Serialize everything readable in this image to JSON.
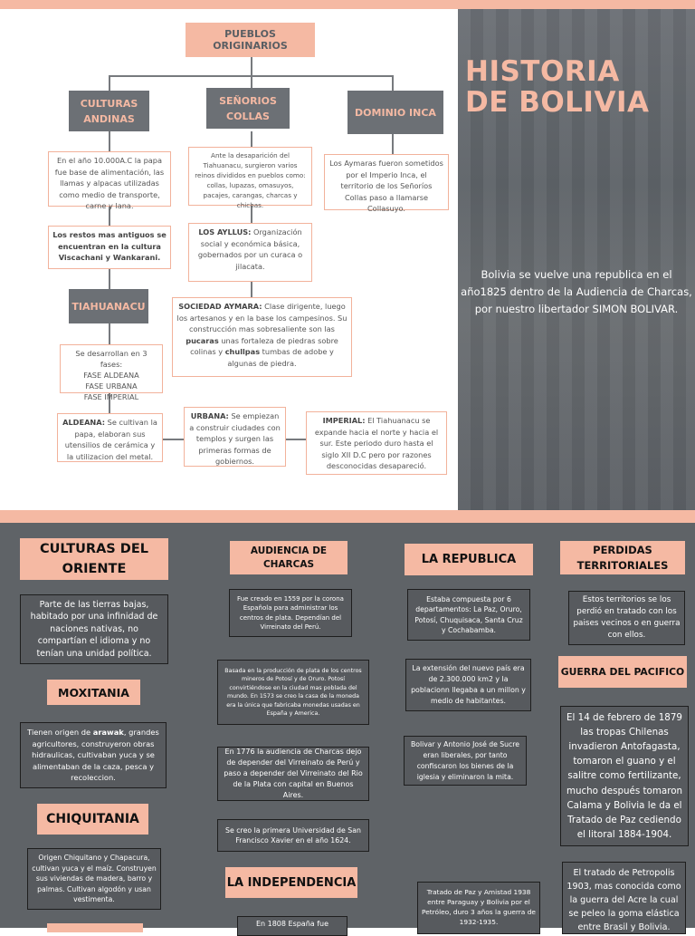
{
  "title": {
    "line1": "HISTORIA",
    "line2": "DE BOLIVIA"
  },
  "republic_text": "Bolivia se vuelve una republica en el año1825 dentro de la Audiencia de Charcas, por nuestro libertador SIMON BOLIVAR.",
  "upper": {
    "root": "PUEBLOS ORIGINARIOS",
    "culturas_andinas": {
      "heading": "CULTURAS ANDINAS",
      "text1": "En el año 10.000A.C la papa fue base de alimentación, las llamas y alpacas utilizadas como medio de transporte, carne y lana.",
      "text2": "Los restos mas antiguos se encuentran en la cultura Viscachani y  Wankarani."
    },
    "senorios": {
      "heading": "SEÑORIOS COLLAS",
      "text1": "Ante la desaparición del Tiahuanacu, surgieron varios reinos divididos en pueblos como: collas, lupazas, omasuyos, pacajes, carangas, charcas y chichas.",
      "ayllus_label": "LOS AYLLUS:",
      "ayllus_text": " Organización social y económica básica, gobernados por un curaca o jilacata.",
      "aymara_label": "SOCIEDAD AYMARA:",
      "aymara_text1": " Clase dirigente, luego los artesanos y en la base los campesinos. Su construcción mas sobresaliente son las ",
      "pucaras": "pucaras",
      "aymara_text2": " unas fortaleza de piedras sobre colinas y ",
      "chullpas": "chullpas",
      "aymara_text3": " tumbas de adobe y algunas de piedra."
    },
    "dominio": {
      "heading": "DOMINIO INCA",
      "text": "Los Aymaras fueron sometidos por el Imperio Inca, el territorio de los Señoríos Collas paso a llamarse Collasuyo."
    },
    "tiahuanacu": {
      "heading": "TIAHUANACU",
      "phases_intro": "Se desarrollan en 3 fases:",
      "phase1": "FASE ALDEANA",
      "phase2": "FASE URBANA",
      "phase3": "FASE IMPERIAL",
      "aldeana_label": "ALDEANA:",
      "aldeana_text": " Se cultivan la papa, elaboran sus utensilios de cerámica y la utilizacion del metal.",
      "urbana_label": "URBANA:",
      "urbana_text": " Se empiezan a construir ciudades con templos y surgen las primeras formas de gobiernos.",
      "imperial_label": "IMPERIAL:",
      "imperial_text": " El Tiahuanacu se expande hacia el norte y hacia el sur. Este periodo duro hasta el siglo XII D.C pero por razones desconocidas desapareció."
    }
  },
  "lower": {
    "oriente": {
      "heading": "CULTURAS DEL ORIENTE",
      "text": "Parte de las tierras bajas, habitado por una infinidad de naciones nativas, no compartían el idioma y no tenían una unidad política.",
      "moxitania": "MOXITANIA",
      "moxitania_text1": "Tienen origen de ",
      "arawak": "arawak",
      "moxitania_text2": ", grandes agricultores, construyeron obras hidraulicas, cultivaban yuca y se alimentaban de la caza, pesca y recoleccion.",
      "chiquitania": "CHIQUITANIA",
      "chiquitania_text": "Origen Chiquitano y Chapacura, cultivan yuca y el maíz. Construyen sus viviendas de madera, barro y palmas. Cultivan algodón y usan vestimenta."
    },
    "audiencia": {
      "heading": "AUDIENCIA DE CHARCAS",
      "text1": "Fue creado en 1559 por la corona Española para administrar los centros de plata. Dependían del Virreinato del Perú.",
      "text2": "Basada en la producción de plata de los centros mineros de Potosí y de Oruro. Potosí convirtiéndose en la ciudad mas poblada del mundo. En 1573 se creo la casa de la moneda era la única que fabricaba monedas  usadas en España y America.",
      "text3": "En 1776 la audiencia de Charcas dejo de depender del Virreinato de Perú y paso a depender del Virreinato del Rio de la Plata con capital en Buenos Aires.",
      "text4": "Se creo la primera Universidad de San Francisco Xavier en el año 1624.",
      "independencia": "LA INDEPENDENCIA",
      "indep_text": "En 1808 España fue"
    },
    "republica": {
      "heading": "LA REPUBLICA",
      "text1": "Estaba compuesta por 6 departamentos: La Paz, Oruro, Potosí, Chuquisaca, Santa Cruz y Cochabamba.",
      "text2": "La extensión del nuevo país era de 2.300.000 km2 y la poblacionn llegaba a un millon y medio de habitantes.",
      "text3": "Bolivar y Antonio José de Sucre eran liberales, por tanto confiscaron los bienes de la iglesia y eliminaron la mita.",
      "text4": "Tratado de Paz y Amistad 1938 entre Paraguay y Bolivia por el Petróleo, duro 3 años la guerra de 1932-1935."
    },
    "perdidas": {
      "heading": "PERDIDAS TERRITORIALES",
      "text1": "Estos territorios se los perdió en tratado con los paises vecinos o en guerra con ellos.",
      "guerra": "GUERRA DEL PACIFICO",
      "text2": "El 14 de febrero de 1879 las tropas Chilenas invadieron Antofagasta, tomaron el guano y el salitre como fertilizante, mucho después tomaron Calama y Bolivia le da el Tratado de Paz cediendo el litoral 1884-1904.",
      "text3": "El tratado de Petropolis 1903, mas conocida como la guerra del Acre la cual se peleo  la goma elástica entre Brasil y Bolivia."
    }
  },
  "colors": {
    "accent": "#f5b9a3",
    "dark": "#5f6367",
    "box": "#6c7075"
  }
}
